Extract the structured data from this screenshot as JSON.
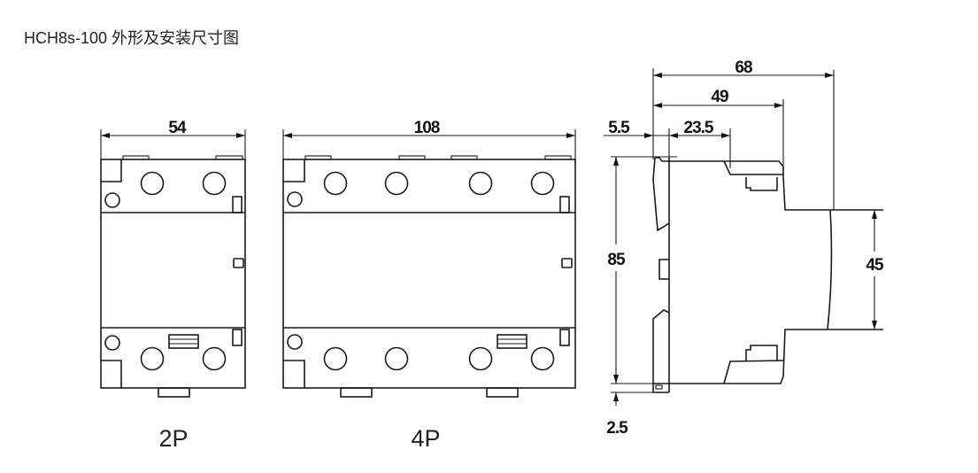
{
  "title": "HCH8s-100 外形及安装尺寸图",
  "views": {
    "p2": {
      "label": "2P",
      "width_dim": "54"
    },
    "p4": {
      "label": "4P",
      "width_dim": "108"
    },
    "side": {
      "depth_total": "68",
      "depth_49": "49",
      "offset_5_5": "5.5",
      "offset_23_5": "23.5",
      "height": "85",
      "front_height": "45",
      "clip": "2.5"
    }
  }
}
